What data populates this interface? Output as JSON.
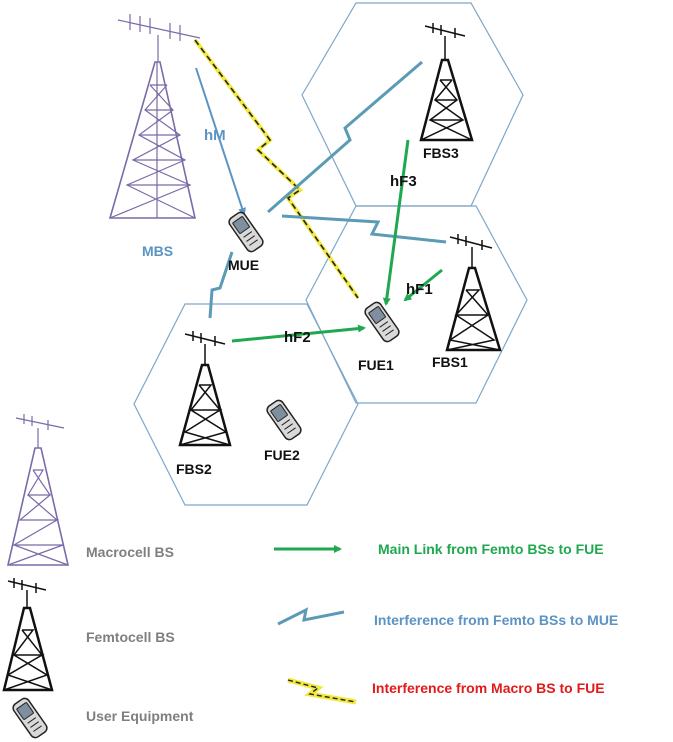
{
  "nodes": {
    "mbs": "MBS",
    "mue": "MUE",
    "fbs1": "FBS1",
    "fbs2": "FBS2",
    "fbs3": "FBS3",
    "fue1": "FUE1",
    "fue2": "FUE2"
  },
  "links": {
    "hm": "hM",
    "hf1": "hF1",
    "hf2": "hF2",
    "hf3": "hF3"
  },
  "legend": {
    "macrocell_bs": "Macrocell BS",
    "femtocell_bs": "Femtocell BS",
    "user_equipment": "User Equipment",
    "main_link": "Main Link from Femto BSs to FUE",
    "femto_interference": "Interference  from Femto BSs to MUE",
    "macro_interference": "Interference from Macro BS to FUE"
  },
  "colors": {
    "main_link": "#1fa84f",
    "femto_interference": "#5b9bb5",
    "macro_interference": "#e31a1a",
    "macro_tower": "#7b6aa8",
    "femto_tower": "#111111",
    "cell_border": "#7da7c9",
    "hm_link": "#5b93c4",
    "bolt_yellow": "#f2e93a"
  }
}
